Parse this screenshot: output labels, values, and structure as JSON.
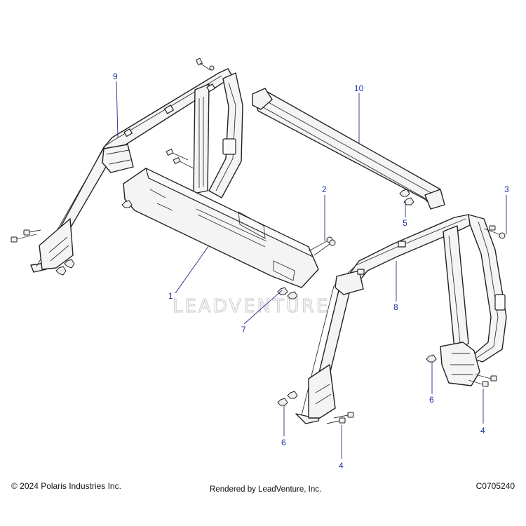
{
  "callouts": [
    "1",
    "2",
    "3",
    "4",
    "4",
    "5",
    "6",
    "6",
    "7",
    "8",
    "9",
    "10"
  ],
  "watermark": "LEADVENTURE",
  "footer": {
    "copyright": "© 2024 Polaris Industries Inc.",
    "rendered_by": "Rendered by LeadVenture, Inc.",
    "diagram_code": "C0705240"
  }
}
